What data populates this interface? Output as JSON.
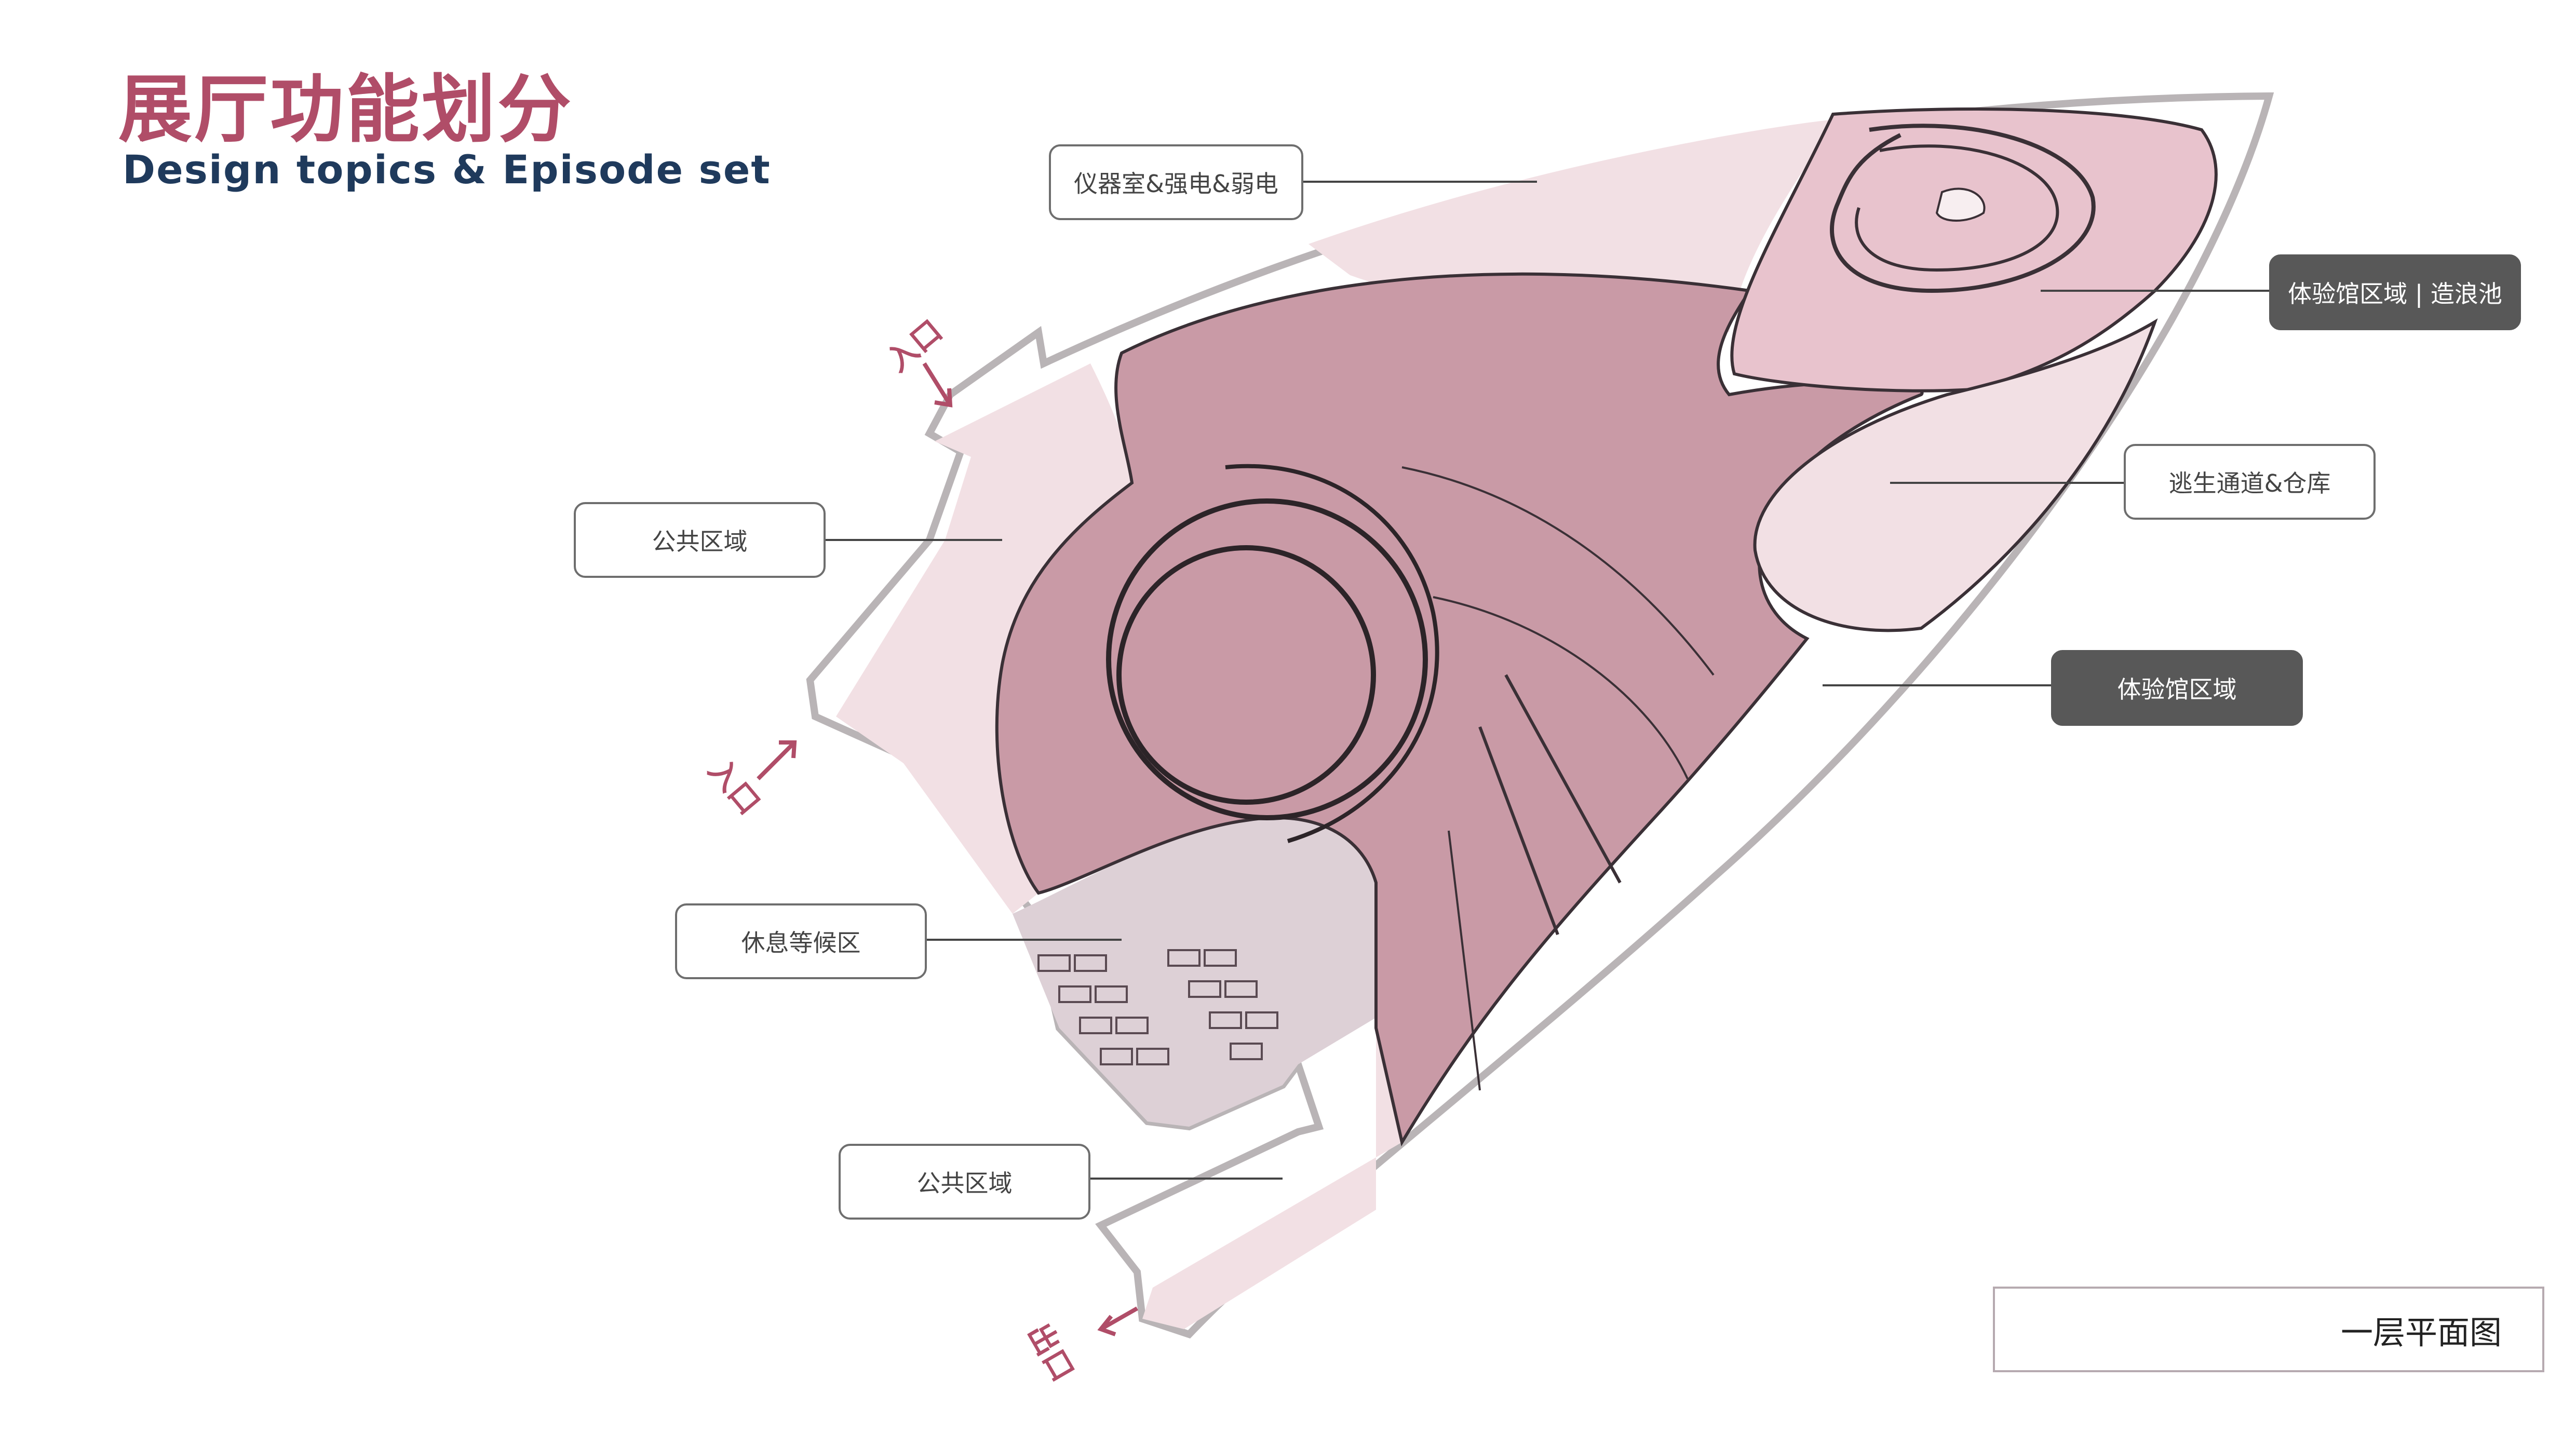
{
  "header": {
    "title": "展厅功能划分",
    "subtitle": "Design topics & Episode set"
  },
  "labels": {
    "instrument_room": "仪器室&强电&弱电",
    "experience_wave_pool": "体验馆区域 | 造浪池",
    "escape_storage": "逃生通道&仓库",
    "experience_zone": "体验馆区域",
    "public_area_upper": "公共区域",
    "rest_waiting": "休息等候区",
    "public_area_lower": "公共区域"
  },
  "entrances": {
    "entry_top": "入口",
    "entry_middle": "入口",
    "exit_bottom": "出口"
  },
  "sheet_title": "一层平面图",
  "colors": {
    "title": "#b04d68",
    "subtitle": "#1f3a5c",
    "experience_fill": "#c99aa6",
    "light_fill": "#f2e0e4",
    "pool_fill": "#e8c3cd",
    "waiting_fill": "#ddd0d6",
    "dark_label": "#585858"
  }
}
